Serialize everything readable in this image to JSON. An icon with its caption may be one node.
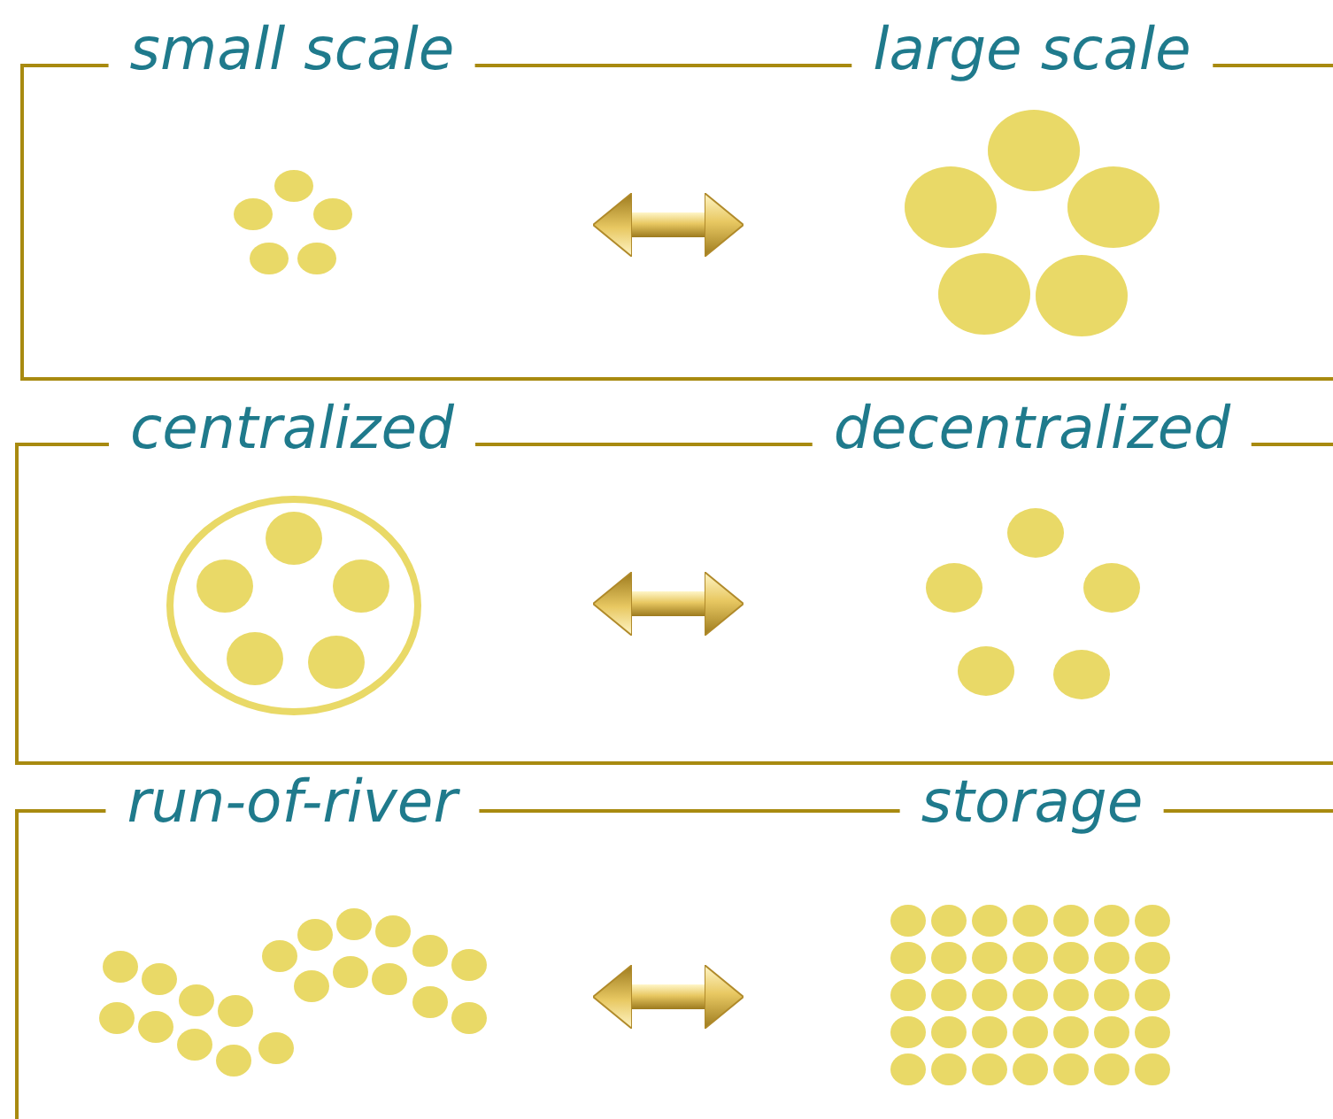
{
  "diagram": {
    "nodes": [
      {
        "text": [],
        "shape": "box"
      },
      {
        "text": [
          "small scale"
        ],
        "in": 0
      },
      {
        "text": [
          "large scale"
        ],
        "in": 0
      },
      {
        "text": [],
        "shape": "box"
      },
      {
        "text": [
          "centralized"
        ],
        "in": 3
      },
      {
        "text": [
          "decentralized"
        ],
        "in": 3
      },
      {
        "text": [],
        "shape": "box"
      },
      {
        "text": [
          "run-of-river"
        ],
        "in": 6
      },
      {
        "text": [
          "storage"
        ],
        "in": 6
      }
    ],
    "edges": [
      {
        "from": 1,
        "to": 2,
        "arrow": "both"
      },
      {
        "from": 4,
        "to": 5,
        "arrow": "both"
      },
      {
        "from": 7,
        "to": 8,
        "arrow": "both"
      }
    ]
  }
}
